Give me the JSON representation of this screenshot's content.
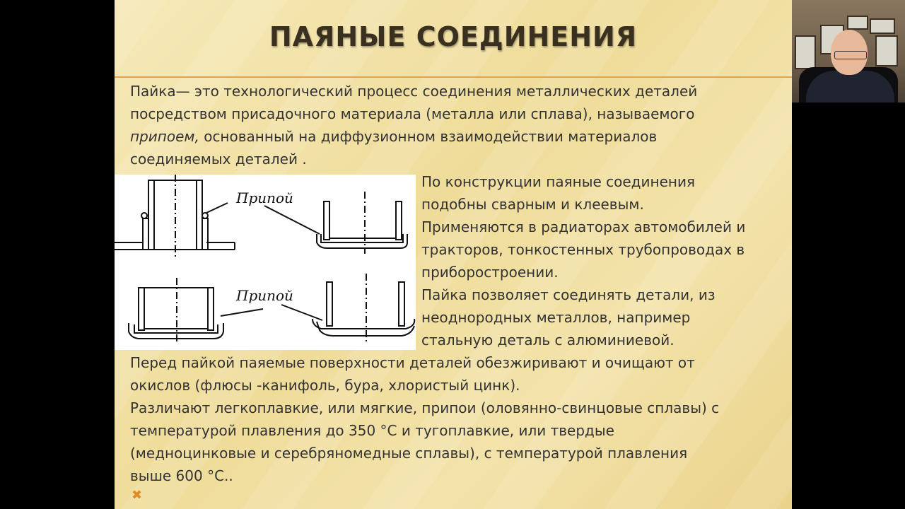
{
  "slide": {
    "title": "ПАЯНЫЕ СОЕДИНЕНИЯ",
    "intro": {
      "line1": "Пайка— это технологический процесс соединения металлических деталей",
      "line2": "посредством присадочного материала (металла или сплава), называемого",
      "line3_italic": "припоем,",
      "line3_rest": " основанный на диффузионном взаимодействии материалов",
      "line4": "соединяемых деталей ."
    },
    "right_text": [
      " По конструкции паяные соединения",
      "подобны сварным и клеевым.",
      "Применяются в радиаторах автомобилей и",
      "тракторов, тонкостенных трубопроводах в",
      "приборостроении.",
      "Пайка позволяет соединять детали, из",
      "неоднородных металлов, например",
      "стальную деталь с алюминиевой."
    ],
    "bottom_text": [
      "Перед пайкой паяемые поверхности деталей обезжиривают и очищают от",
      "окислов (флюсы -канифоль, бура, хлористый цинк).",
      "Различают легкоплавкие, или мягкие, припои (оловянно-свинцовые сплавы) с",
      "температурой плавления до 350  °С и тугоплавкие, или твердые",
      "(медноцинковые и серебряномедные сплавы), с температурой плавления",
      "выше 600 °С.."
    ],
    "figure": {
      "label_top": "Припой",
      "label_bottom": "Припой"
    },
    "bullet": "✖"
  },
  "colors": {
    "accent_rule": "#e2a450",
    "bullet": "#e08a20",
    "text": "#333333"
  }
}
